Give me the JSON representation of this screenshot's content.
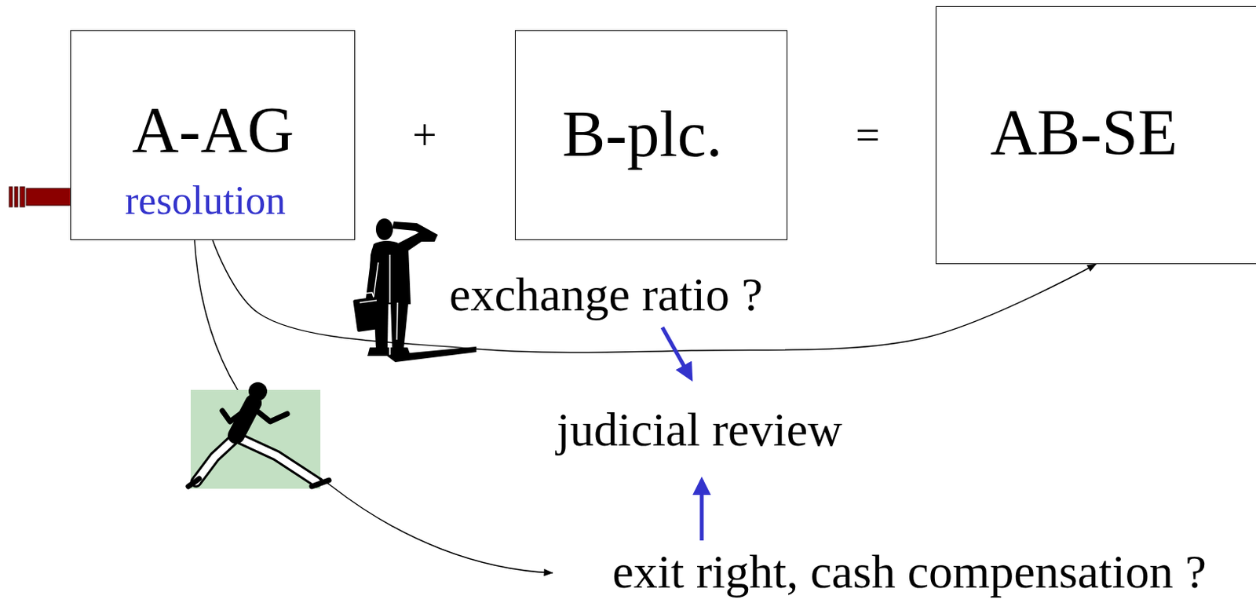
{
  "diagram": {
    "nodes": [
      {
        "text": [
          "A-AG",
          "resolution"
        ]
      },
      {
        "text": [
          "B-plc."
        ]
      },
      {
        "text": [
          "AB-SE"
        ]
      }
    ],
    "edges": [
      {
        "from": 0,
        "to": 2,
        "arrow": "to"
      }
    ],
    "labels": [
      "+",
      "=",
      "exchange ratio ?",
      "judicial review",
      "exit right, cash compensation ?"
    ]
  }
}
